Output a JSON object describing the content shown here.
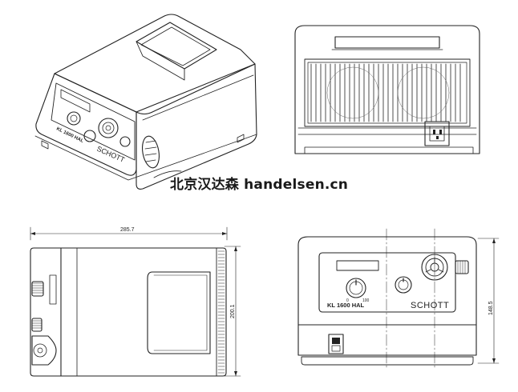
{
  "watermark": "北京汉达森 handelsen.cn",
  "iso_view": {
    "model_label": "KL 1600 HAL",
    "brand": "SCHOTT"
  },
  "top_view": {
    "width_dimension": "285.7",
    "depth_dimension": "200.1"
  },
  "front_view": {
    "model_label": "KL 1600 HAL",
    "brand": "SCHOTT",
    "scale_min": "0",
    "scale_max": "100",
    "height_dimension": "148.5"
  },
  "colors": {
    "line": "#222222",
    "background": "#ffffff"
  }
}
